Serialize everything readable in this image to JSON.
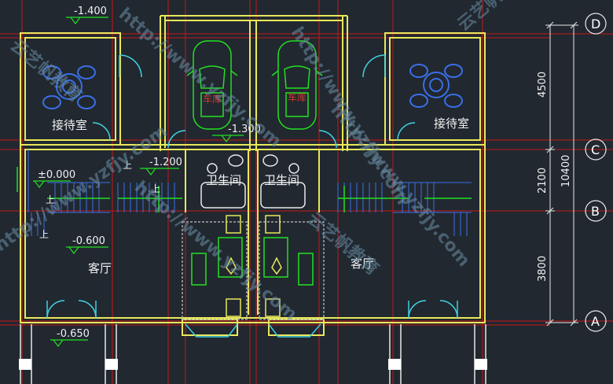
{
  "rooms": {
    "reception_left": "接待室",
    "reception_right": "接待室",
    "garage_left": "车库",
    "garage_right": "车库",
    "bathroom_left": "卫生间",
    "bathroom_right": "卫生间",
    "living_left": "客厅",
    "living_right": "客厅"
  },
  "levels": {
    "top_left": "-1.400",
    "garage": "-1.300",
    "stair_landing": "-1.200",
    "entry": "±0.000",
    "living": "-0.600",
    "porch": "-0.650"
  },
  "stair_up_label": "上",
  "axes": [
    "D",
    "C",
    "B",
    "A"
  ],
  "dimensions": {
    "d_to_c": "4500",
    "c_to_b": "2100",
    "b_to_a": "3800",
    "total": "10400"
  },
  "watermarks": {
    "url": "http://www.yzfjy.com",
    "brand": "云艺帆教育"
  },
  "colors": {
    "background": "#212830",
    "wall": "#e8e85a",
    "grid": "#d11b1b",
    "fixture": "#22e022",
    "door": "#3fd0e0",
    "furniture": "#3a6fe8",
    "dimension": "#e8e8e8"
  }
}
